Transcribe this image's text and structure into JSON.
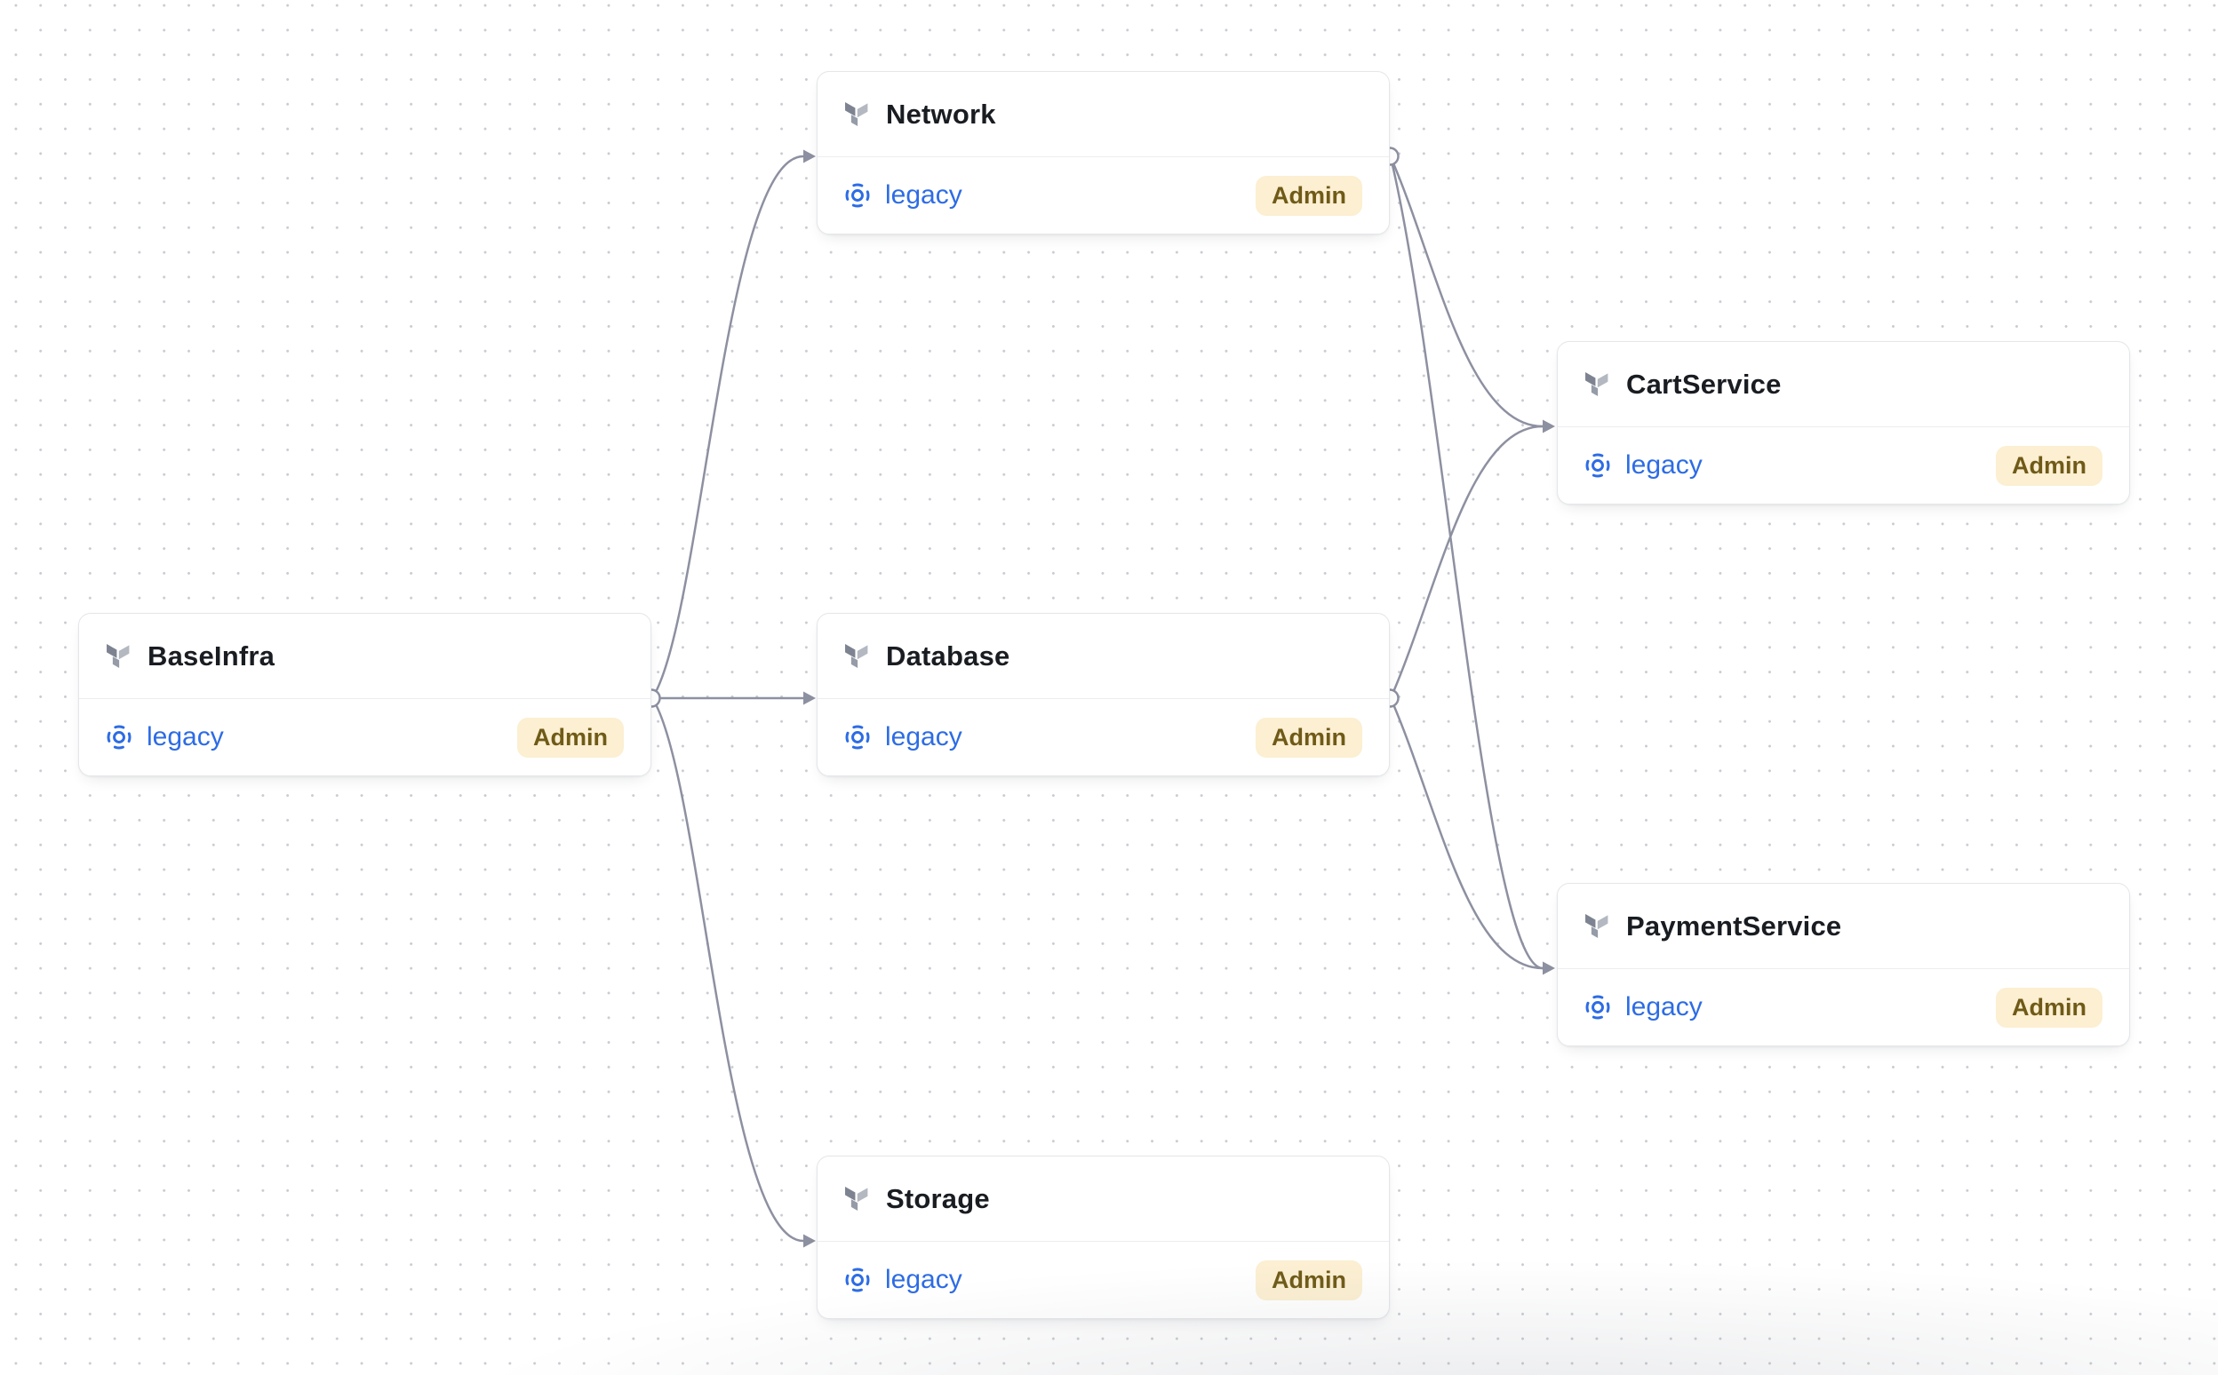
{
  "diagram": {
    "type": "workspace-dependency-graph",
    "nodes": [
      {
        "id": "baseinfra",
        "title": "BaseInfra",
        "environment": "legacy",
        "badge": "Admin"
      },
      {
        "id": "network",
        "title": "Network",
        "environment": "legacy",
        "badge": "Admin"
      },
      {
        "id": "database",
        "title": "Database",
        "environment": "legacy",
        "badge": "Admin"
      },
      {
        "id": "storage",
        "title": "Storage",
        "environment": "legacy",
        "badge": "Admin"
      },
      {
        "id": "cartservice",
        "title": "CartService",
        "environment": "legacy",
        "badge": "Admin"
      },
      {
        "id": "paymentservice",
        "title": "PaymentService",
        "environment": "legacy",
        "badge": "Admin"
      }
    ],
    "edges": [
      {
        "from": "BaseInfra",
        "to": "Network"
      },
      {
        "from": "BaseInfra",
        "to": "Database"
      },
      {
        "from": "BaseInfra",
        "to": "Storage"
      },
      {
        "from": "Network",
        "to": "CartService"
      },
      {
        "from": "Network",
        "to": "PaymentService"
      },
      {
        "from": "Database",
        "to": "CartService"
      },
      {
        "from": "Database",
        "to": "PaymentService"
      }
    ]
  },
  "icons": {
    "node_icon": "terraform-mark",
    "environment_icon": "dashed-circle-target"
  },
  "colors": {
    "accent_blue": "#2d6ce5",
    "badge_bg": "#fcefd2",
    "badge_text": "#6f5a17",
    "edge": "#8d90a0",
    "title_text": "#191c21",
    "card_border": "#e4e6ea",
    "canvas_dot": "#c9cbd1",
    "card_bg": "#ffffff"
  }
}
